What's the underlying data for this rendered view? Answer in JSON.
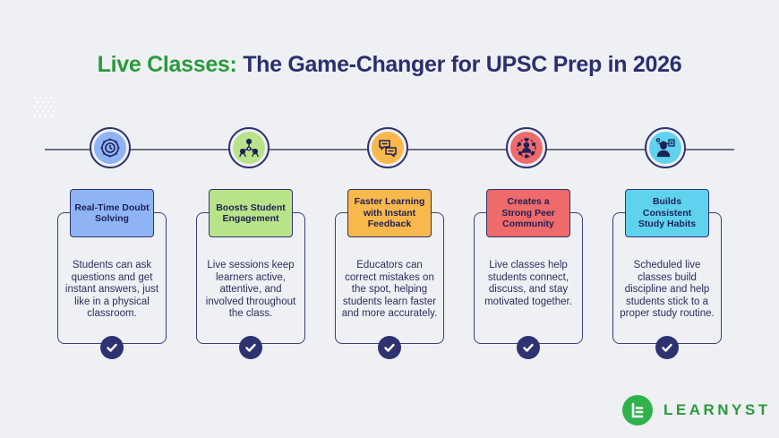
{
  "title": {
    "accent": "Live Classes:",
    "rest": " The Game-Changer for UPSC Prep in 2026"
  },
  "colors": {
    "title_green": "#2a9a3c",
    "title_navy": "#2b2f6e",
    "outline": "#2f3270"
  },
  "items": [
    {
      "label": "Real-Time Doubt Solving",
      "description": "Students can ask questions and get instant answers, just like in a physical classroom.",
      "color": "#8fb4f5",
      "icon": "clock-gear-icon"
    },
    {
      "label": "Boosts Student Engagement",
      "description": "Live sessions keep learners active, attentive, and involved throughout the class.",
      "color": "#b9e389",
      "icon": "team-network-icon"
    },
    {
      "label": "Faster Learning with Instant Feedback",
      "description": "Educators can correct mistakes on the spot, helping students learn faster and more accurately.",
      "color": "#f9b84c",
      "icon": "chat-bubbles-icon"
    },
    {
      "label": "Creates a Strong Peer Community",
      "description": "Live classes help students connect, discuss, and stay motivated together.",
      "color": "#ef6a6a",
      "icon": "community-icon"
    },
    {
      "label": "Builds Consistent Study Habits",
      "description": "Scheduled live classes build discipline and help students stick to a proper study routine.",
      "color": "#5fd2ee",
      "icon": "student-study-icon"
    }
  ],
  "brand": {
    "name": "LEARNYST",
    "icon": "learnyst-logo-icon",
    "color": "#2fb24c"
  }
}
